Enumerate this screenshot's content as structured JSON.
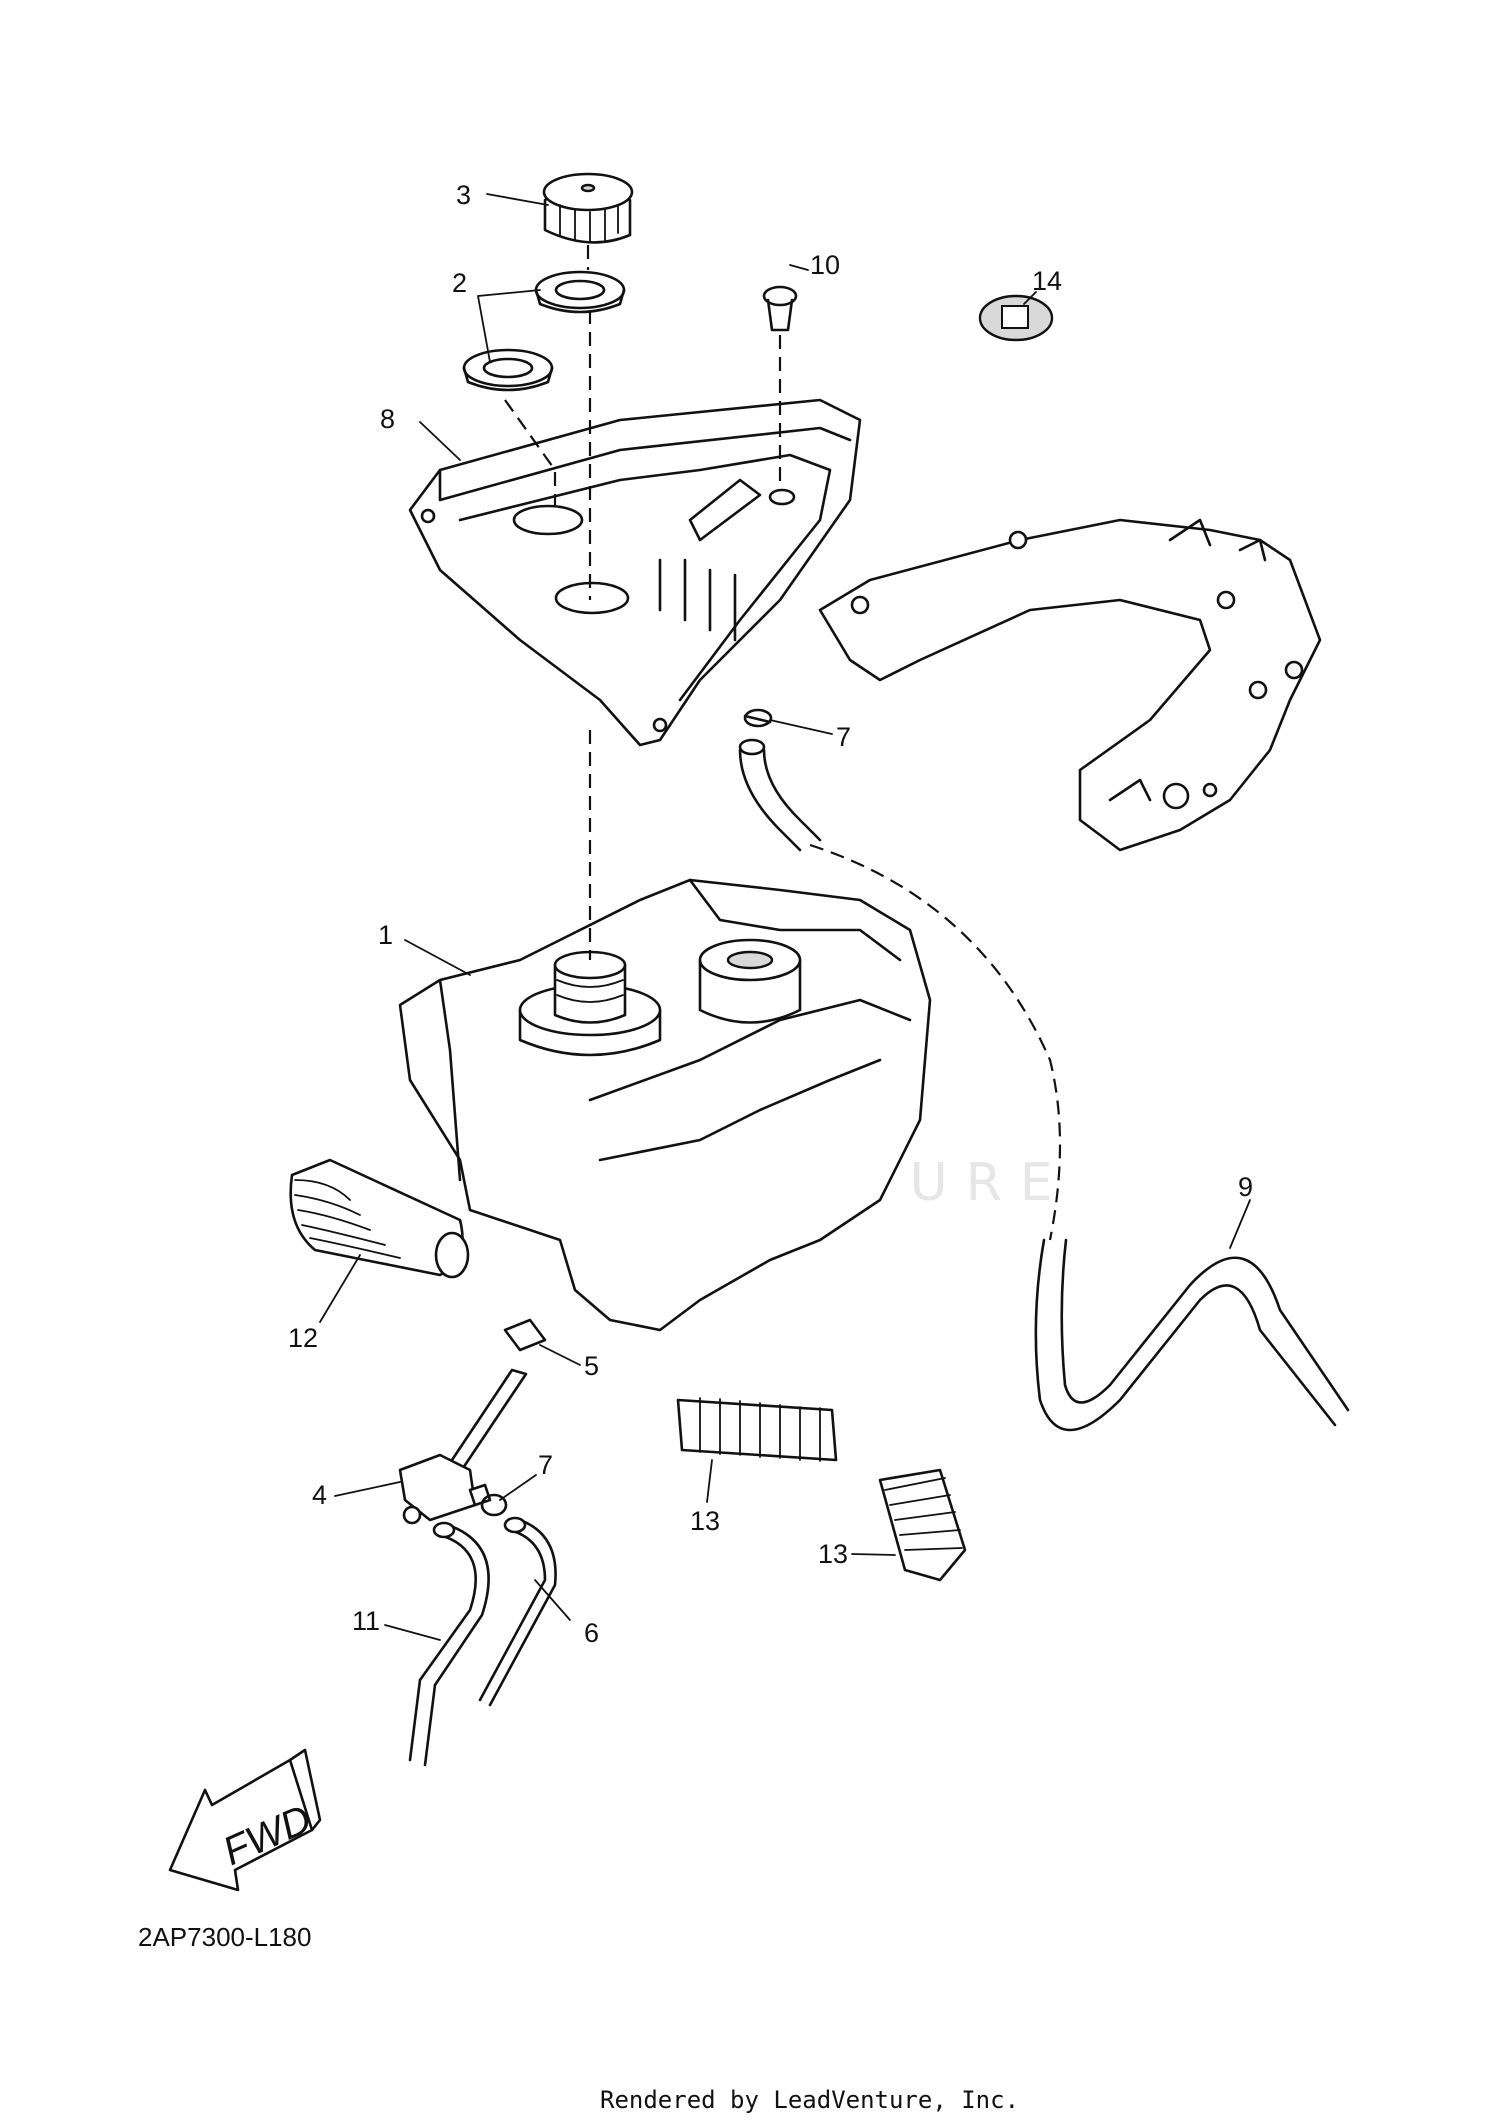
{
  "callouts": {
    "c1": "1",
    "c2": "2",
    "c3": "3",
    "c4": "4",
    "c5": "5",
    "c6": "6",
    "c7a": "7",
    "c7b": "7",
    "c8": "8",
    "c9": "9",
    "c10": "10",
    "c11": "11",
    "c12": "12",
    "c13a": "13",
    "c13b": "13",
    "c14": "14"
  },
  "watermark": "LEADVENTURE",
  "fwd_label": "FWD",
  "diagram_code": "2AP7300-L180",
  "footer": "Rendered by LeadVenture, Inc."
}
